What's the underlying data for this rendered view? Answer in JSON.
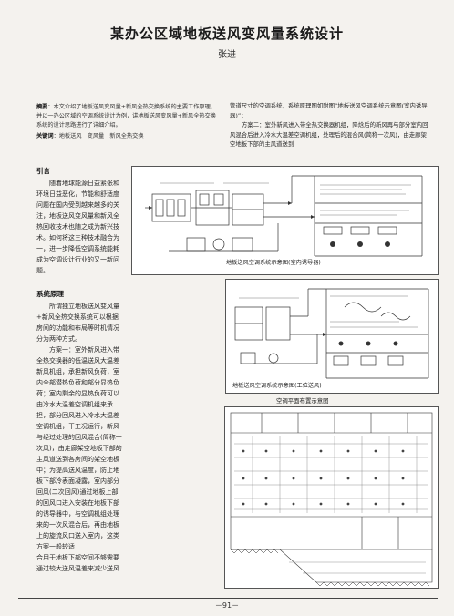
{
  "title": "某办公区域地板送风变风量系统设计",
  "author": "张进",
  "abstract": {
    "label": "摘要",
    "text": "：本文介绍了地板送风变风量+新风全热交换系统的主要工作原理，并以一办公区域的空调系统设计为例，讲地板送风变风量+新风全热交换系统的设计思路进行了详细介绍。",
    "keywords_label": "关键词",
    "keywords": "：地板送风　变风量　新风全热交换"
  },
  "right_top": {
    "p1": "管道尺寸的空调系统，系统原理图如附图“地板送风空调系统示意图(室内诱导器)”；",
    "p2": "方案二：室外新风进入带全热交换器机组，降焓后的新风再与部分室内回风混合后进入冷水大温差空调机组，处理后的混合风(简称一次风)，由走廊架空地板下部的主风道送到"
  },
  "intro": {
    "heading": "引言",
    "text": "随着地球能源日益紧张和环境日益恶化，节能和舒适度问题在国内受到越来越多的关注，地板送风变风量和新风全热回收技术也随之成为新兴技术。如何将这三种技术融合为一，进一步降低空调系统能耗成为空调设计行业的又一新问题。"
  },
  "principle": {
    "heading": "系统原理",
    "p1": "所谓独立地板送风变风量+新风全热交换系统可以根据房间的功能和布局等时机情况分为两种方式。",
    "p2": "方案一：室外新风进入带全热交换器的低温送风大温差新风机组，承担新风负荷，室内全部潜热负荷和部分显热负荷；室内剩余的显热负荷可以由冷水大温差空调机组来承担，部分回风进入冷水大温差空调机组，干工况运行，新风与经过处理的回风混合(简称一次风)，由走廊架空地板下部的主风道送到各房间的架空地板中；为提高送风温度，防止地板下部冷表面凝露，室内部分回风(二次回风)通过地板上部的回风口进入安装在地板下部的诱导器中，与空调机组处理来的一次风混合后，再由地板上的旋流风口送入室内，这类方案一般较适",
    "p3": "合用于地板下部空间不够需要通过较大送风温差来减少送风"
  },
  "figures": {
    "fig1_caption": "地板送风空调系统示意图(室内诱导器)",
    "fig2_caption": "地板送风空调系统示意图(工位送风)",
    "fig3_label": "空调平面布置示意图"
  },
  "page_number": "－91－"
}
